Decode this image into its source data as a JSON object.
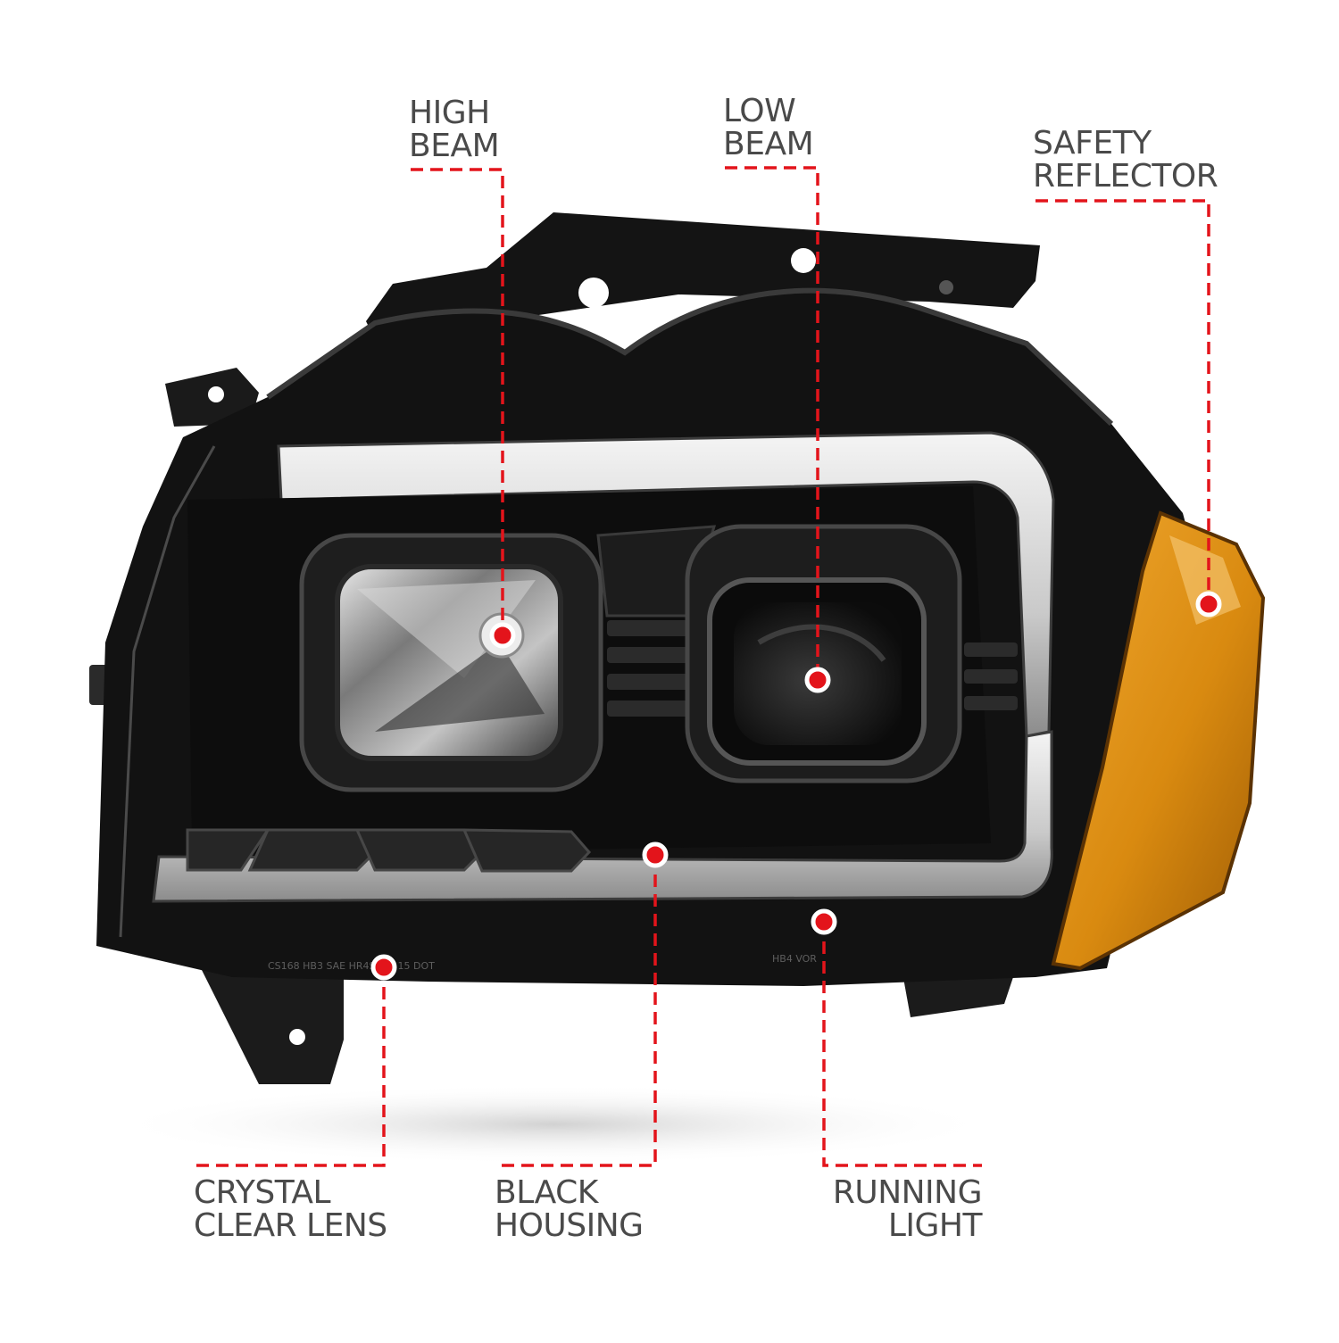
{
  "colors": {
    "callout_red": "#e3141b",
    "label_gray": "#4a4a4a",
    "housing_black": "#111111",
    "amber": "#d98a10"
  },
  "callouts": {
    "high_beam": {
      "line1": "HIGH",
      "line2": "BEAM"
    },
    "low_beam": {
      "line1": "LOW",
      "line2": "BEAM"
    },
    "safety_reflector": {
      "line1": "SAFETY",
      "line2": "REFLECTOR"
    },
    "crystal_clear_lens": {
      "line1": "CRYSTAL",
      "line2": "CLEAR LENS"
    },
    "black_housing": {
      "line1": "BLACK",
      "line2": "HOUSING"
    },
    "running_light": {
      "line1": "RUNNING",
      "line2": "LIGHT"
    }
  },
  "lens_markings": {
    "left": "CS168   HB3   SAE   HR4S0B2 15 DOT",
    "right": "HB4  VOR"
  }
}
